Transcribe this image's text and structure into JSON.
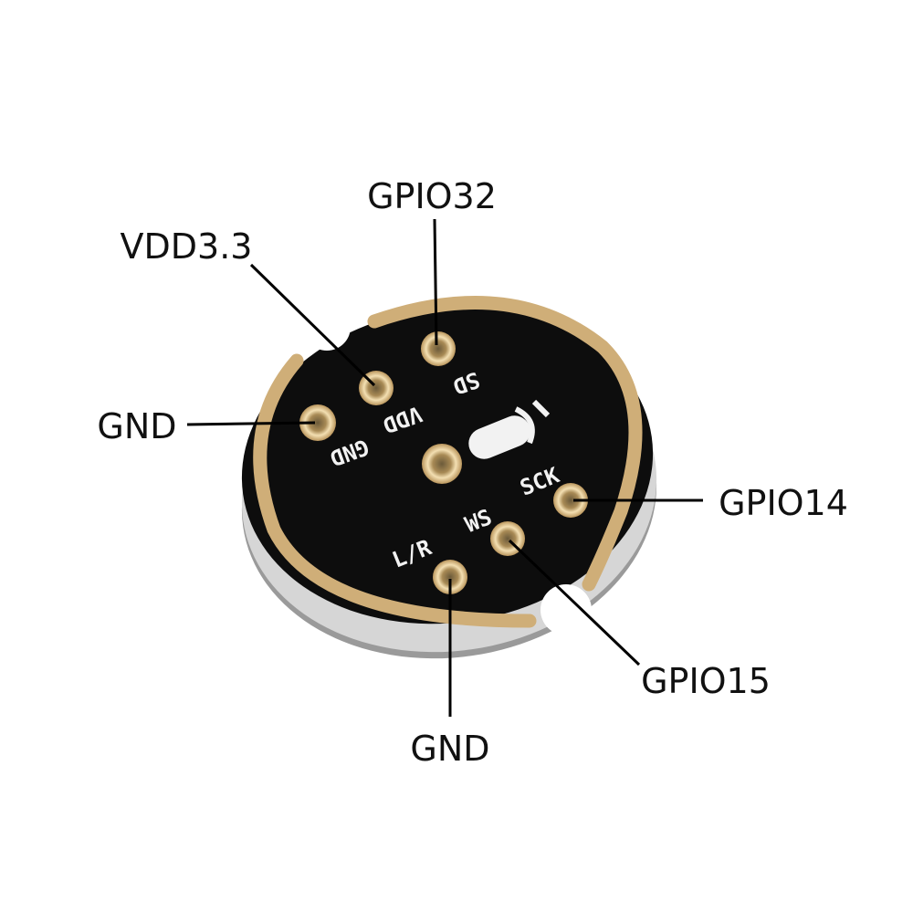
{
  "title": "I2S microphone module pinout",
  "pin_labels": {
    "gpio32": "GPIO32",
    "vdd": "VDD3.3",
    "gnd_left": "GND",
    "gpio14": "GPIO14",
    "gpio15": "GPIO15",
    "gnd_bottom": "GND"
  },
  "silkscreen": {
    "sd": "SD",
    "vdd": "VDD",
    "gnd": "GND",
    "sck": "SCK",
    "ws": "WS",
    "lr": "L/R"
  },
  "colors": {
    "pcb": "#0d0d0d",
    "gold": "#cfae78",
    "edge": "#b9b9b9",
    "text": "#111111"
  }
}
